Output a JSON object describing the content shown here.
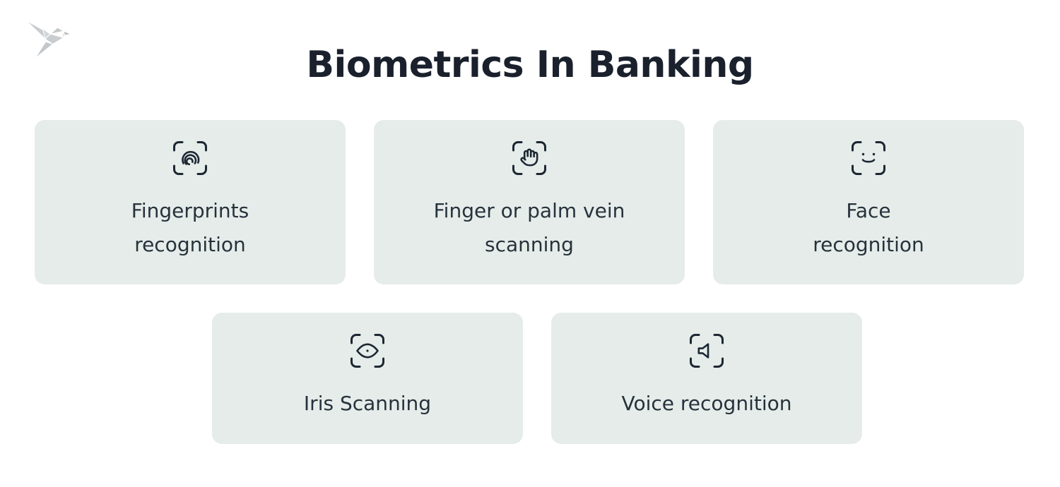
{
  "title": "Biometrics In Banking",
  "logo": {
    "description": "origami paper bird logo",
    "color": "#c6cacd"
  },
  "colors": {
    "page_background": "#ffffff",
    "card_background": "#e6ece9",
    "icon_stroke": "#1d2733",
    "card_text": "#26323c",
    "title_text": "#1a202c"
  },
  "cards": [
    {
      "icon": "fingerprint-scan-icon",
      "label": "Fingerprints recognition",
      "line1": "Fingerprints",
      "line2": "recognition"
    },
    {
      "icon": "palm-scan-icon",
      "label": "Finger or palm vein scanning",
      "line1": "Finger or palm vein",
      "line2": "scanning"
    },
    {
      "icon": "face-scan-icon",
      "label": "Face recognition",
      "line1": "Face",
      "line2": "recognition"
    },
    {
      "icon": "iris-scan-icon",
      "label": "Iris Scanning",
      "line1": "Iris Scanning"
    },
    {
      "icon": "voice-scan-icon",
      "label": "Voice recognition",
      "line1": "Voice recognition"
    }
  ]
}
